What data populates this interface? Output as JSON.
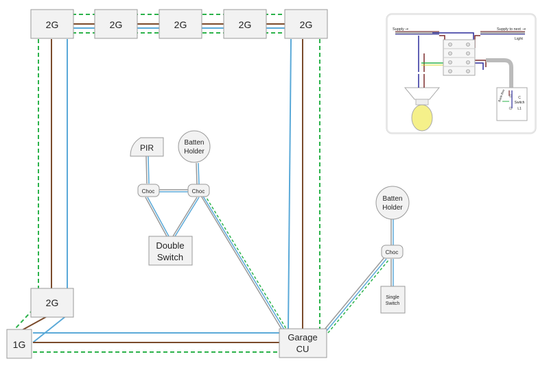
{
  "colors": {
    "brown": "#7a4a2a",
    "blue": "#5aa9d8",
    "earth": "#2bb24a",
    "box_fill": "#f2f2f2",
    "box_stroke": "#999999",
    "bulb": "#f5f08a",
    "sheath": "#bbbbbb"
  },
  "sockets": {
    "top": [
      "2G",
      "2G",
      "2G",
      "2G",
      "2G"
    ],
    "left": "2G",
    "corner": "1G"
  },
  "consumer_unit": {
    "line1": "Garage",
    "line2": "CU"
  },
  "fittings": {
    "pir": "PIR",
    "batten_a": {
      "line1": "Batten",
      "line2": "Holder"
    },
    "batten_b": {
      "line1": "Batten",
      "line2": "Holder"
    },
    "choc_a": "Choc",
    "choc_b": "Choc",
    "choc_c": "Choc",
    "double_switch": {
      "line1": "Double",
      "line2": "Switch"
    },
    "single_switch": {
      "line1": "Single",
      "line2": "Switch"
    }
  },
  "inset": {
    "supply": "Supply",
    "supply_next": "Supply to next",
    "light": "Light",
    "switch_c": "C",
    "switch_label": "Switch",
    "switch_l1": "L1",
    "black_box": "Back Box"
  }
}
